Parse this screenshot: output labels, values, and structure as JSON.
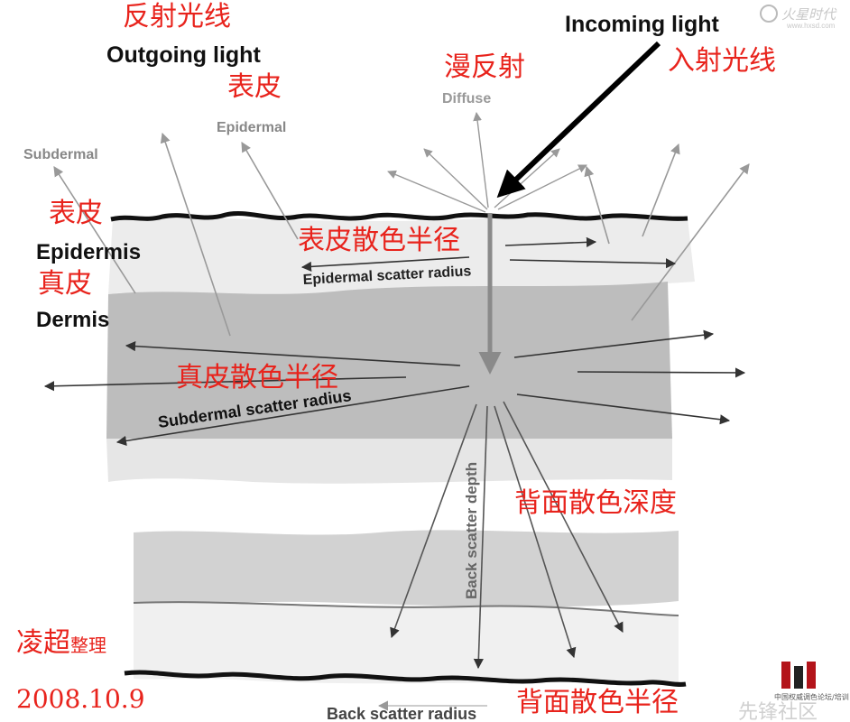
{
  "labels_cn": {
    "reflected_light": "反射光线",
    "epidermis_top": "表皮",
    "diffuse": "漫反射",
    "incident_light": "入射光线",
    "epidermis_left": "表皮",
    "dermis": "真皮",
    "epidermal_scatter_radius": "表皮散色半径",
    "dermal_scatter_radius": "真皮散色半径",
    "back_scatter_depth": "背面散色深度",
    "back_scatter_radius": "背面散色半径",
    "author": "凌超",
    "author_suffix": "整理",
    "date": "2008.10.9"
  },
  "labels_en": {
    "incoming_light": "Incoming light",
    "outgoing_light": "Outgoing light",
    "diffuse": "Diffuse",
    "epidermal": "Epidermal",
    "subdermal": "Subdermal",
    "epidermis": "Epidermis",
    "dermis": "Dermis",
    "epidermal_scatter_radius": "Epidermal scatter radius",
    "subdermal_scatter_radius": "Subdermal scatter radius",
    "back_scatter_depth": "Back scatter depth",
    "back_scatter_radius": "Back scatter radius"
  },
  "watermarks": {
    "top_right": "火星时代",
    "top_right_url": "www.hxsd.com",
    "bottom_right_1": "中国权威调色论坛/培训",
    "bottom_right_2": "先锋社区"
  },
  "colors": {
    "red_label": "#e8231c",
    "dark_layer": "#bdbdbd",
    "light_layer": "#ededed",
    "arrow_dark": "#2a2a2a",
    "arrow_gray": "#8a8a8a"
  }
}
